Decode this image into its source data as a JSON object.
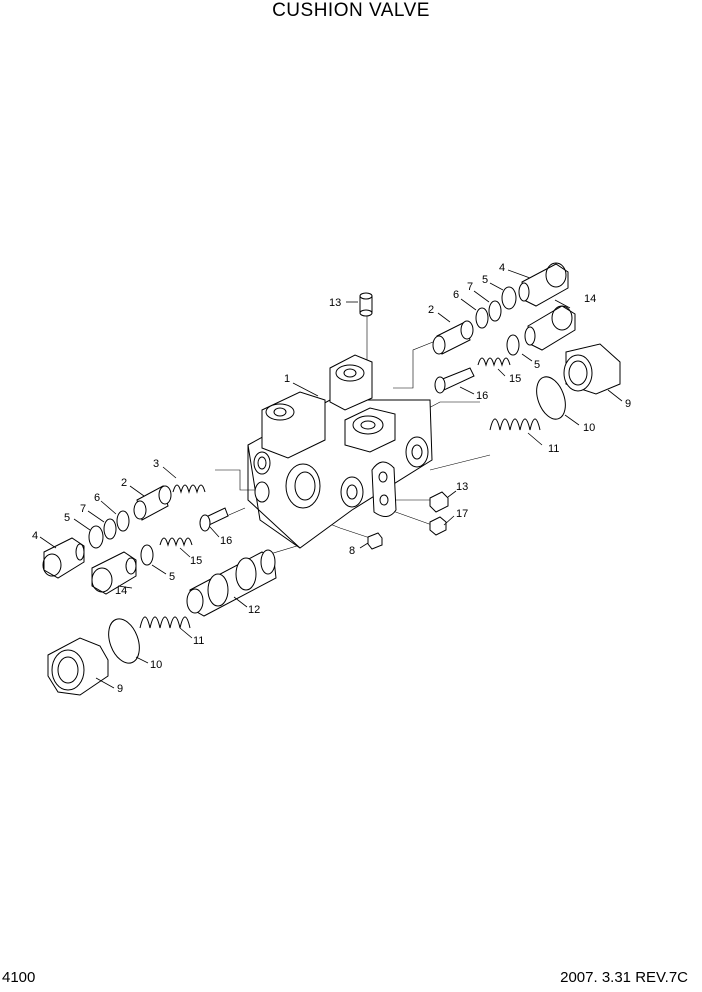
{
  "title": "CUSHION VALVE",
  "page_number": "4100",
  "revision": "2007. 3.31  REV.7C",
  "part_labels": {
    "p1": "1",
    "p13a": "13",
    "p2a": "2",
    "p6a": "6",
    "p7a": "7",
    "p5a": "5",
    "p4a": "4",
    "p14a": "14",
    "p5b": "5",
    "p15a": "15",
    "p16a": "16",
    "p9a": "9",
    "p10a": "10",
    "p11a": "11",
    "p13b": "13",
    "p17": "17",
    "p8": "8",
    "p3": "3",
    "p2b": "2",
    "p6b": "6",
    "p7b": "7",
    "p5c": "5",
    "p4b": "4",
    "p16b": "16",
    "p15b": "15",
    "p5d": "5",
    "p14b": "14",
    "p12": "12",
    "p11b": "11",
    "p10b": "10",
    "p9b": "9"
  }
}
